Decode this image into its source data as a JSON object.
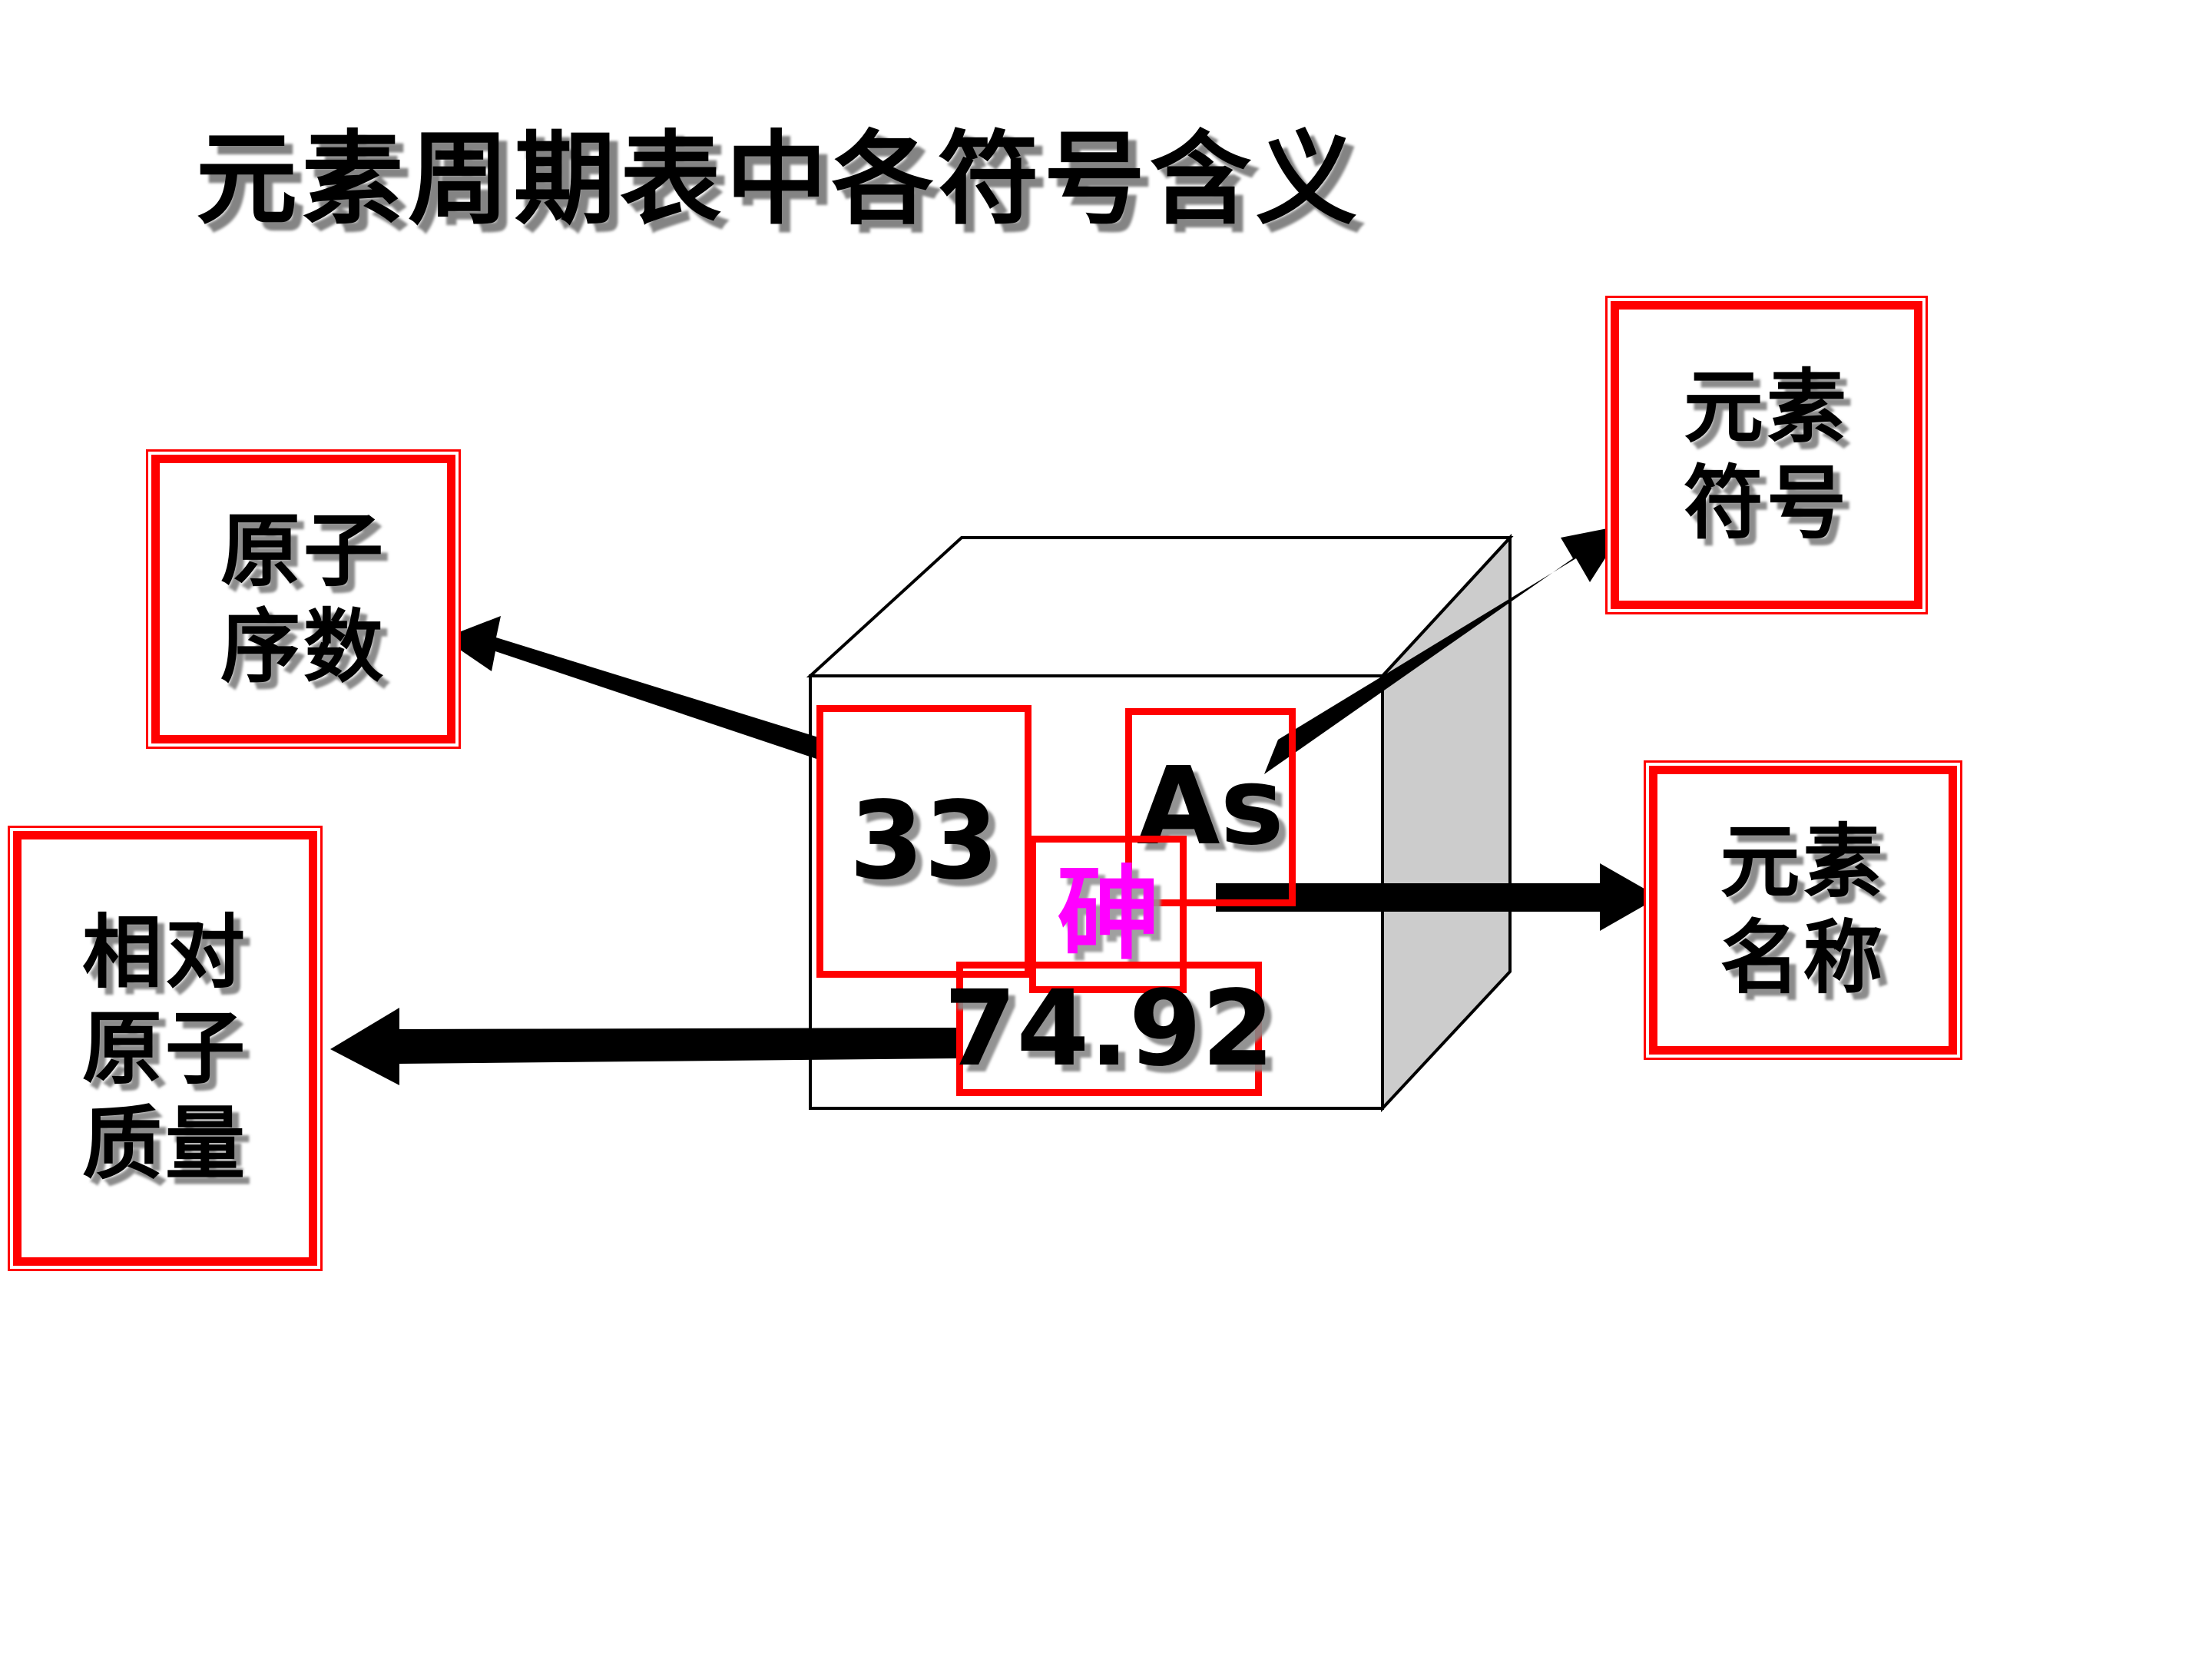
{
  "slide": {
    "title": "元素周期表中各符号含义",
    "background_color": "#FFFFFF"
  },
  "colors": {
    "border_red": "#FF0000",
    "element_name_magenta": "#FF00FF",
    "cube_side_gray": "#CCCCCC",
    "cube_outline": "#000000",
    "text_shadow_gray": "#808080"
  },
  "element_cell": {
    "atomic_number": "33",
    "symbol": "As",
    "chinese_name": "砷",
    "relative_atomic_mass": "74.92"
  },
  "labels": {
    "atomic_number": {
      "line1": "原子",
      "line2": "序数"
    },
    "relative_atomic_mass": {
      "line1": "相对",
      "line2": "原子",
      "line3": "质量"
    },
    "element_symbol": {
      "line1": "元素",
      "line2": "符号"
    },
    "element_name": {
      "line1": "元素",
      "line2": "名称"
    }
  },
  "arrows": [
    {
      "name": "arrow-to-atomic-number",
      "from": "atomic-number-cell",
      "to": "atomic-number-label",
      "direction": "up-left"
    },
    {
      "name": "arrow-to-element-symbol",
      "from": "symbol-cell",
      "to": "element-symbol-label",
      "direction": "up-right"
    },
    {
      "name": "arrow-to-element-name",
      "from": "name-cell",
      "to": "element-name-label",
      "direction": "right"
    },
    {
      "name": "arrow-to-relative-mass",
      "from": "mass-cell",
      "to": "relative-mass-label",
      "direction": "left"
    }
  ]
}
